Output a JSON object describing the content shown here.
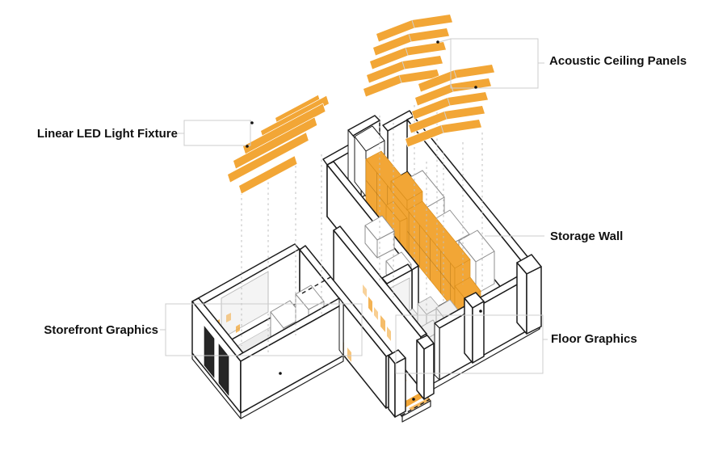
{
  "diagram": {
    "title": "Axonometric exploded retail interior diagram",
    "labels": {
      "acoustic": {
        "text": "Acoustic Ceiling Panels"
      },
      "led": {
        "text": "Linear LED Light Fixture"
      },
      "storage": {
        "text": "Storage Wall"
      },
      "storefront": {
        "text": "Storefront Graphics"
      },
      "floor": {
        "text": "Floor Graphics"
      }
    },
    "components": [
      "Acoustic Ceiling Panels",
      "Linear LED Light Fixture",
      "Storage Wall",
      "Storefront Graphics",
      "Floor Graphics"
    ],
    "colors": {
      "accent": "#F2A636",
      "accent_dark": "#D98E1B",
      "line": "#1a1a1a",
      "leader": "#cccccc",
      "background": "#ffffff"
    }
  }
}
